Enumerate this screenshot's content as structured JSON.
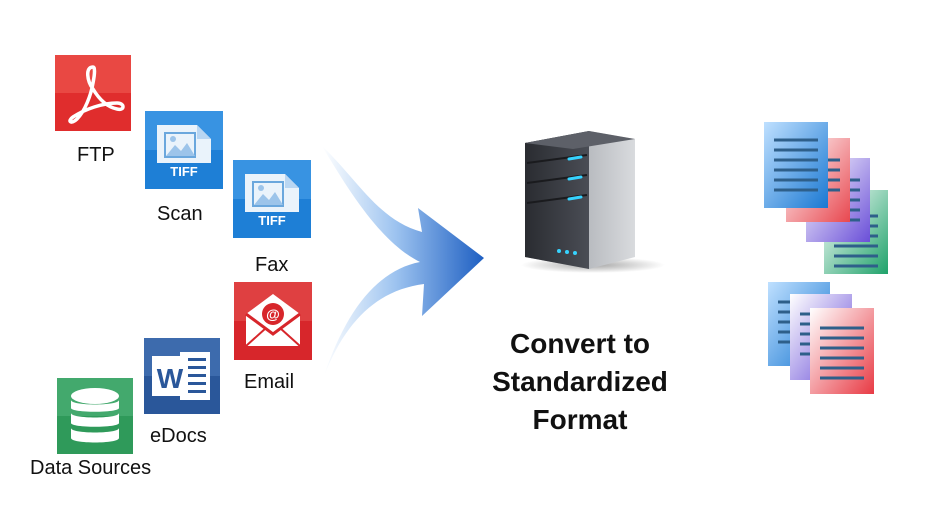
{
  "sources": {
    "ftp": {
      "label": "FTP",
      "icon": "pdf-icon",
      "color": "#e02d2d"
    },
    "scan": {
      "label": "Scan",
      "icon": "tiff-icon",
      "badge": "TIFF",
      "color": "#1e7fd6"
    },
    "fax": {
      "label": "Fax",
      "icon": "tiff-icon",
      "badge": "TIFF",
      "color": "#1e7fd6"
    },
    "email": {
      "label": "Email",
      "icon": "email-icon",
      "badge": "@",
      "color": "#d7262b"
    },
    "edocs": {
      "label": "eDocs",
      "icon": "word-icon",
      "badge": "W",
      "color": "#2a579a"
    },
    "datasources": {
      "label": "Data Sources",
      "icon": "database-icon",
      "color": "#2f9a5a"
    }
  },
  "process": {
    "icon": "server-icon",
    "title_lines": [
      "Convert to",
      "Standardized",
      "Format"
    ]
  },
  "outputs": {
    "icon": "documents-icon",
    "colors": [
      "#1a78d2",
      "#e8474f",
      "#6a4fd8",
      "#1fa26a"
    ]
  }
}
